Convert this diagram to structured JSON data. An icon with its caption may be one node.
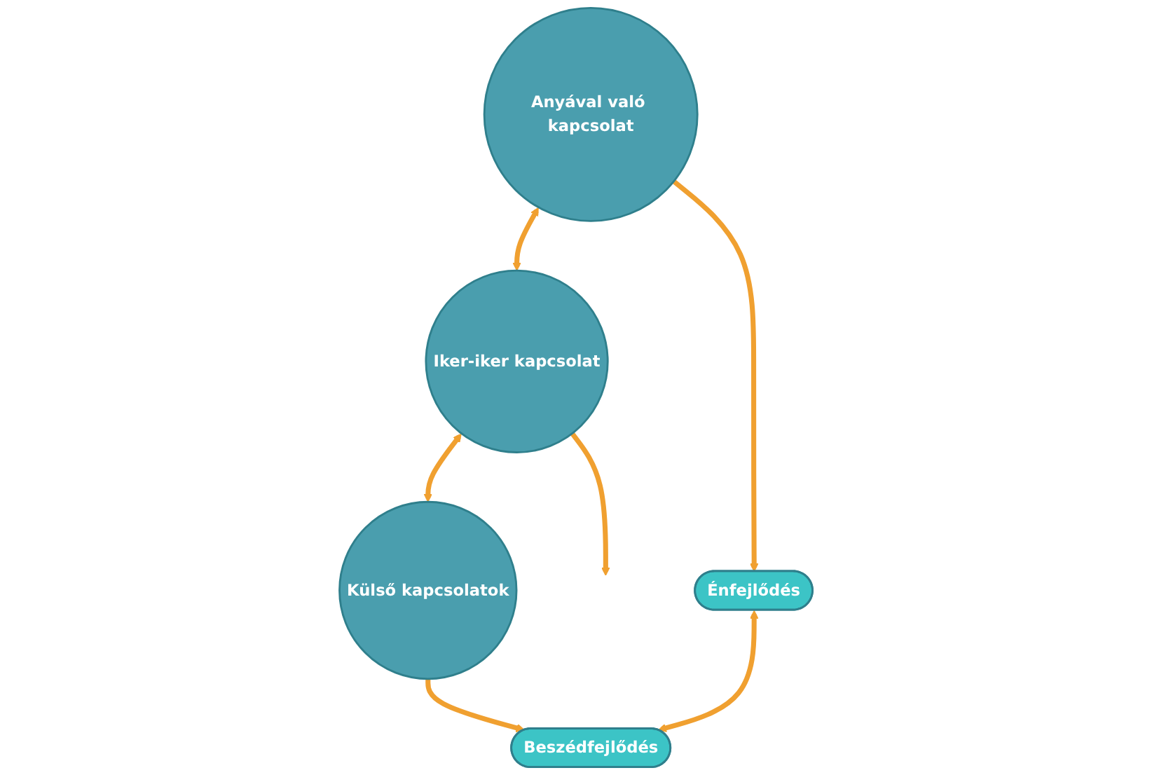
{
  "diagram": {
    "nodes": [
      {
        "text": [
          "Anyával való kapcsolat"
        ]
      },
      {
        "text": [
          "Iker-iker kapcsolat"
        ]
      },
      {
        "text": [
          "Külső kapcsolatok"
        ]
      },
      {
        "text": [
          "Énfejlődés"
        ]
      },
      {
        "text": [
          "Beszédfejlődés"
        ]
      }
    ],
    "edges": [
      {
        "from": 0,
        "to": 1,
        "arrow": "both"
      },
      {
        "from": 1,
        "to": 2,
        "arrow": "both"
      },
      {
        "from": 0,
        "to": 3,
        "arrow": "to"
      },
      {
        "from": 1,
        "to": null,
        "arrow": "to"
      },
      {
        "from": 2,
        "to": 4,
        "arrow": "to"
      },
      {
        "from": 3,
        "to": 4,
        "arrow": "both"
      }
    ]
  }
}
